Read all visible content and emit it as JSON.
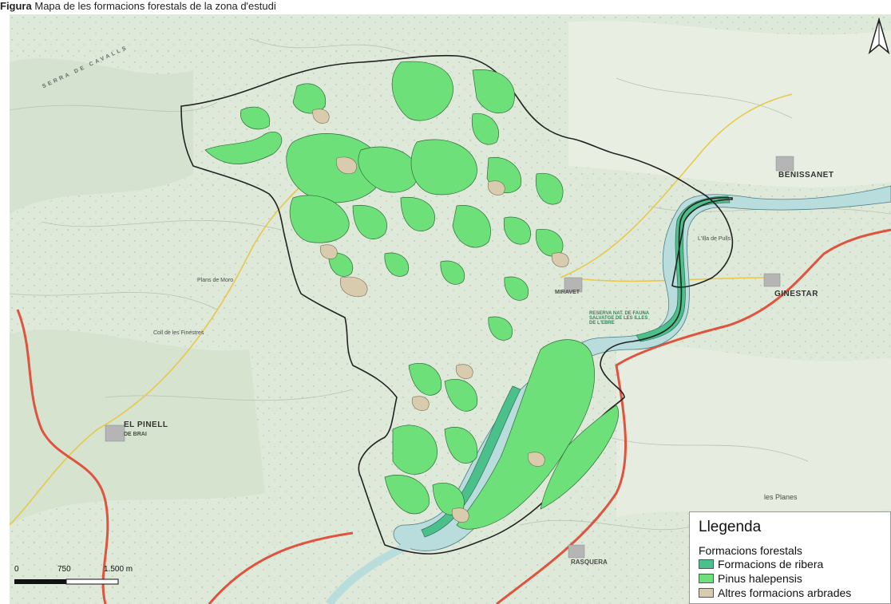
{
  "caption": {
    "label": "Figura",
    "text": "Mapa de les formacions forestals de la zona d'estudi"
  },
  "places": {
    "benissanet": "BENISSANET",
    "ginestar": "GINESTAR",
    "el_pinell": "EL PINELL",
    "de_bra": "DE BRAI",
    "rasquera": "RASQUERA",
    "miravet": "MIRAVET",
    "illa_de_pulls": "L'Illa de Pulls",
    "reserva": "RESERVA NAT. DE FAUNA SALVATGE DE LES ILLES DE L'EBRE",
    "les_planes": "les Planes",
    "pla_de_moro": "Plans de Moro",
    "coll_de_les_finestres": "Coll de les Finestres",
    "serra_de_cavalls": "SERRA DE CAVALLS"
  },
  "legend": {
    "title": "Llegenda",
    "group": "Formacions forestals",
    "items": [
      {
        "label": "Formacions de ribera",
        "color": "#4cc08a"
      },
      {
        "label": "Pinus halepensis",
        "color": "#6ee07a"
      },
      {
        "label": "Altres formacions arbrades",
        "color": "#d9ccae"
      }
    ]
  },
  "scale": {
    "ticks": [
      "0",
      "750",
      "1.500 m"
    ]
  },
  "north_arrow": "north-arrow-icon",
  "colors": {
    "base": "#dfe9d9",
    "study_boundary": "#222222",
    "river": "#b9dcdc",
    "road": "#e0533e"
  }
}
